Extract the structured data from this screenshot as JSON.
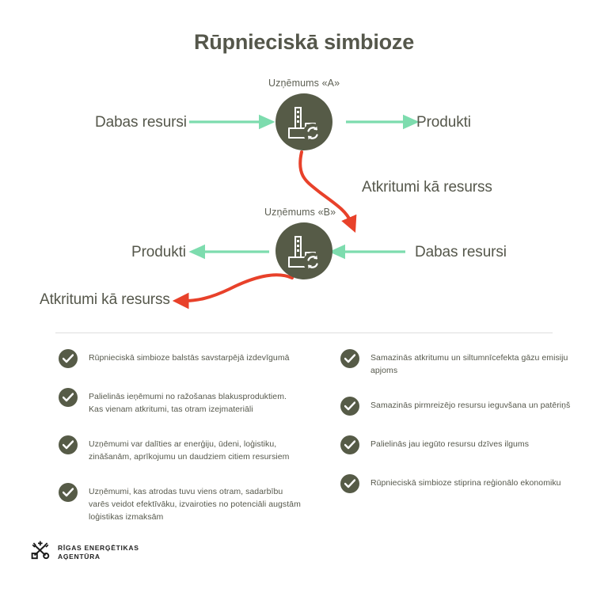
{
  "page": {
    "title": "Rūpnieciskā simbioze"
  },
  "colors": {
    "olive": "#565b47",
    "mint_green": "#7ddcae",
    "red": "#e8412a",
    "text": "#55574b",
    "divider": "#dedede"
  },
  "diagram": {
    "nodes": [
      {
        "id": "company-a",
        "label": "Uzņēmums «A»",
        "icon": "factory-recycle-icon"
      },
      {
        "id": "company-b",
        "label": "Uzņēmums «B»",
        "icon": "factory-recycle-icon"
      }
    ],
    "flows": {
      "natural_resources_a": "Dabas resursi",
      "products_a": "Produkti",
      "waste_as_resource_a": "Atkritumi kā resurss",
      "products_b": "Produkti",
      "natural_resources_b": "Dabas resursi",
      "waste_as_resource_b": "Atkritumi kā resurss"
    }
  },
  "benefits": {
    "left": [
      "Rūpnieciskā simbioze balstās savstarpējā izdevīgumā",
      "Palielinās ieņēmumi no ražošanas blakusproduktiem. Kas vienam atkritumi, tas otram izejmateriāli",
      "Uzņēmumi var dalīties ar enerģiju, ūdeni, loģistiku, zināšanām, aprīkojumu un daudziem citiem resursiem",
      "Uzņēmumi, kas atrodas tuvu viens otram, sadarbību varēs veidot efektīvāku, izvairoties no potenciāli augstām loģistikas izmaksām"
    ],
    "right": [
      "Samazinās atkritumu un siltumnīcefekta gāzu emisiju apjoms",
      "Samazinās pirmreizējo resursu ieguvšana un patēriņš",
      "Palielinās jau iegūto resursu dzīves ilgums",
      "Rūpnieciskā simbioze stiprina reģionālo ekonomiku"
    ]
  },
  "footer": {
    "organization": "RĪGAS ENERĢĒTIKAS\nAĢENTŪRA",
    "logo": "crossed-keys-icon"
  }
}
